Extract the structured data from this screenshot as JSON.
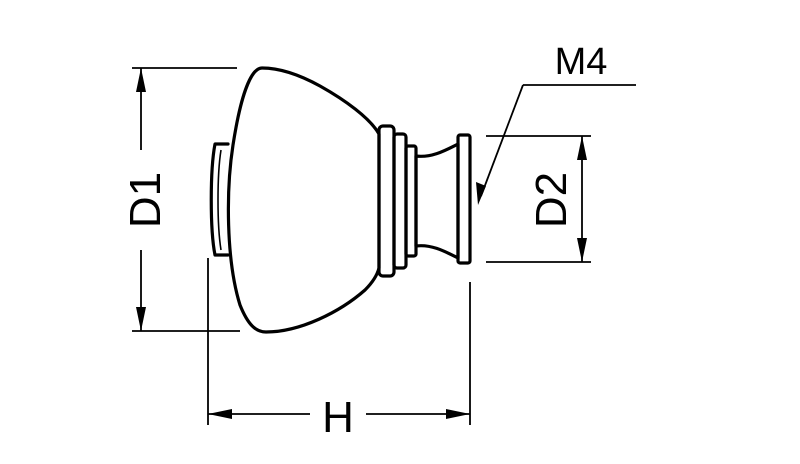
{
  "diagram": {
    "title": "",
    "labels": {
      "thread": "M4",
      "diameter_1": "D1",
      "diameter_2": "D2",
      "height": "H"
    }
  }
}
